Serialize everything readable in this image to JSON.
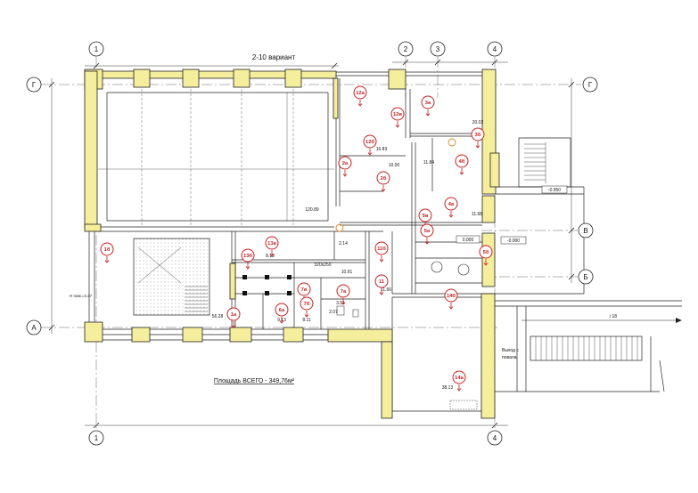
{
  "title": "2-10 вариант",
  "total_area": "Площадь ВСЕГО - 349,76м²",
  "axes": {
    "top": [
      "1",
      "2",
      "3",
      "4"
    ],
    "bottom": [
      "1",
      "4"
    ],
    "left": [
      "Г",
      "А"
    ],
    "right": [
      "Г",
      "В",
      "Б"
    ]
  },
  "rooms": [
    "12а",
    "12в",
    "12б",
    "3а",
    "3б",
    "2а",
    "2б",
    "4б",
    "4а",
    "5в",
    "5а",
    "5б",
    "11б",
    "11",
    "13а",
    "13б",
    "1б",
    "7в",
    "7а",
    "7б",
    "6а",
    "1а",
    "14б",
    "14а"
  ],
  "areas": [
    "20.02",
    "16.83",
    "10.00",
    "11.84",
    "11.58",
    "120.89",
    "2.14",
    "8.13",
    "10.91",
    "11.66",
    "3.51",
    "2.07",
    "9.13",
    "8.11",
    "56.28",
    "38.13"
  ],
  "levels": [
    "0.000",
    "-0.000",
    "-0.950"
  ],
  "notes": {
    "opening_size": "320х250",
    "room_height": "Н пом.=4.37",
    "exit_line1": "Выход с",
    "exit_line2": "повала",
    "slope": "i 18"
  },
  "colors": {
    "wall_fill": "#f5ee9c",
    "marker": "#c62020",
    "line": "#222222",
    "symbol": "#e08a20"
  }
}
